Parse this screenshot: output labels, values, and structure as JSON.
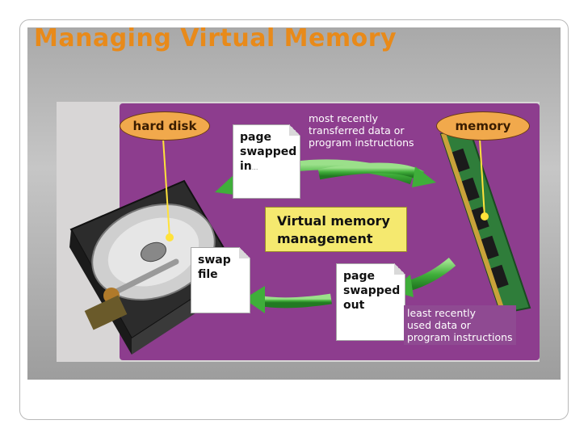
{
  "slide": {
    "title": "Managing Virtual Memory"
  },
  "diagram": {
    "hard_disk_label": "hard disk",
    "memory_label": "memory",
    "page_in_line1": "page",
    "page_in_line2": "swapped",
    "page_in_line3": "in",
    "page_in_suffix": "...",
    "center_line1": "Virtual memory",
    "center_line2": "management",
    "swap_line1": "swap",
    "swap_line2": "file",
    "page_out_line1": "page",
    "page_out_line2": "swapped",
    "page_out_line3": "out",
    "top_caption_line1": "most recently",
    "top_caption_line2": "transferred data or",
    "top_caption_line3": "program instructions",
    "bottom_caption_line1": "least recently",
    "bottom_caption_line2": "used data or",
    "bottom_caption_line3": "program instructions",
    "colors": {
      "background_purple": "#8d3d8e",
      "label_orange": "#f1a94c",
      "center_yellow": "#f5e96f",
      "arrow_green": "#3fae3a",
      "title_orange": "#e88a1a"
    }
  }
}
